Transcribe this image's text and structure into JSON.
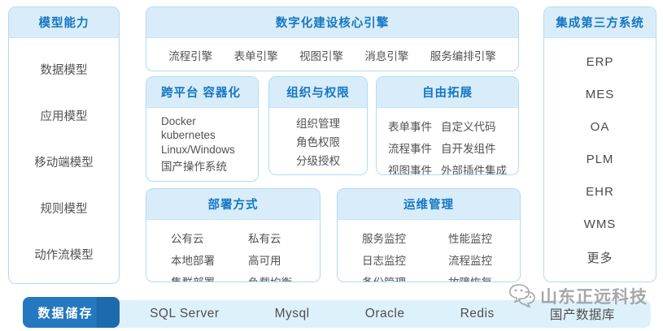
{
  "left_panel": {
    "title": "模型能力",
    "items": [
      "数据模型",
      "应用模型",
      "移动端模型",
      "规则模型",
      "动作流模型"
    ]
  },
  "core_engine": {
    "title": "数字化建设核心引擎",
    "items": [
      "流程引擎",
      "表单引擎",
      "视图引擎",
      "消息引擎",
      "服务编排引擎"
    ]
  },
  "cross_platform": {
    "title": "跨平台 容器化",
    "items": [
      "Docker",
      "kubernetes",
      "Linux/Windows",
      "国产操作系统"
    ]
  },
  "org_permission": {
    "title": "组织与权限",
    "items": [
      "组织管理",
      "角色权限",
      "分级授权"
    ]
  },
  "free_expansion": {
    "title": "自由拓展",
    "col1": [
      "表单事件",
      "流程事件",
      "视图事件"
    ],
    "col2": [
      "自定义代码",
      "自开发组件",
      "外部插件集成"
    ]
  },
  "deployment": {
    "title": "部署方式",
    "col1": [
      "公有云",
      "本地部署",
      "集群部署"
    ],
    "col2": [
      "私有云",
      "高可用",
      "负载均衡"
    ]
  },
  "ops": {
    "title": "运维管理",
    "col1": [
      "服务监控",
      "日志监控",
      "备份管理"
    ],
    "col2": [
      "性能监控",
      "流程监控",
      "故障恢复"
    ]
  },
  "integration": {
    "title": "集成第三方系统",
    "items": [
      "ERP",
      "MES",
      "OA",
      "PLM",
      "EHR",
      "WMS",
      "更多"
    ]
  },
  "storage": {
    "button_label": "数据储存",
    "items": [
      "SQL Server",
      "Mysql",
      "Oracle",
      "Redis",
      "国产数据库"
    ]
  },
  "watermark": {
    "text": "山东正远科技"
  },
  "colors": {
    "accent_blue": "#1576c4",
    "border_blue": "#aedcf3",
    "header_bg": "#d8edf9",
    "button_blue": "#2478bf",
    "strip_bg": "#ddf1fb",
    "watermark_gray": "#9b9b9b"
  }
}
